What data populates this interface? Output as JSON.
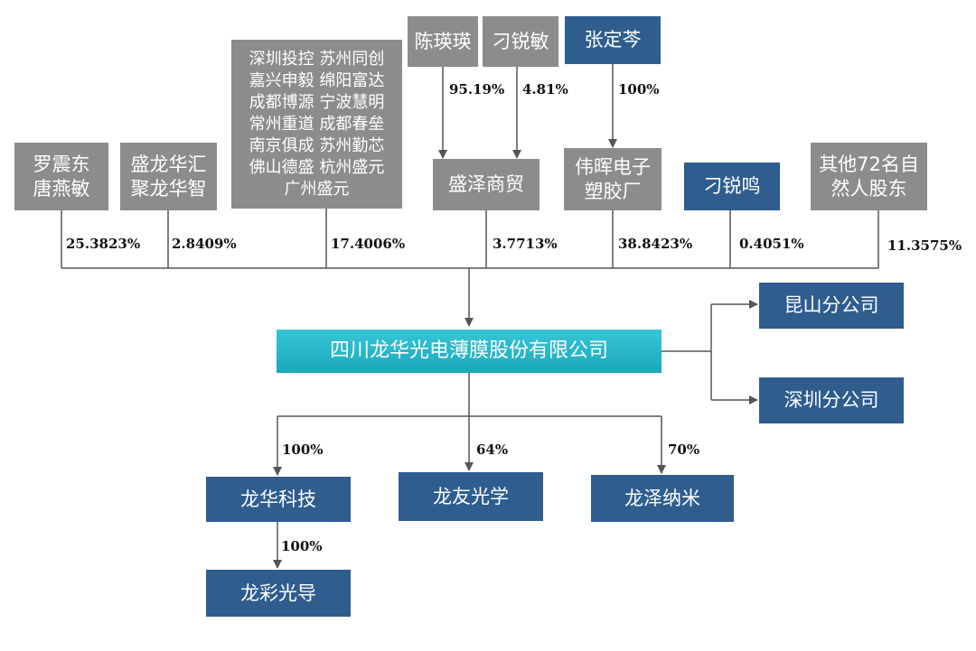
{
  "shareholders": {
    "luo": "罗震东\n唐燕敏",
    "shenglong": "盛龙华汇\n聚龙华智",
    "funds": "深圳投控 苏州同创\n嘉兴申毅 绵阳富达\n成都博源 宁波慧明\n常州重道 成都春垒\n南京俱成 苏州勤芯\n佛山德盛 杭州盛元\n广州盛元",
    "chen": "陈瑛瑛",
    "diaorm": "刁锐敏",
    "zhang": "张定芩",
    "shengze": "盛泽商贸",
    "weihui": "伟晖电子\n塑胶厂",
    "diaorming": "刁锐鸣",
    "others": "其他72名自\n然人股东"
  },
  "company": "四川龙华光电薄膜股份有限公司",
  "branches": [
    "昆山分公司",
    "深圳分公司"
  ],
  "subsidiaries": {
    "longhua_tech": "龙华科技",
    "longyou": "龙友光学",
    "longze": "龙泽纳米",
    "longcai": "龙彩光导"
  },
  "percentages": {
    "chen_to_shengze": "95.19%",
    "diao_to_shengze": "4.81%",
    "zhang_to_weihui": "100%",
    "luo": "25.3823%",
    "shenglong": "2.8409%",
    "funds": "17.4006%",
    "shengze": "3.7713%",
    "weihui": "38.8423%",
    "diaorming": "0.4051%",
    "others": "11.3575%",
    "longhua_tech": "100%",
    "longyou": "64%",
    "longze": "70%",
    "longcai": "100%"
  },
  "colors": {
    "shareholder_box": "#8c8c8c",
    "entity_box": "#2e5d8e",
    "company_box": "#1fb4c6",
    "connector": "#555555"
  }
}
